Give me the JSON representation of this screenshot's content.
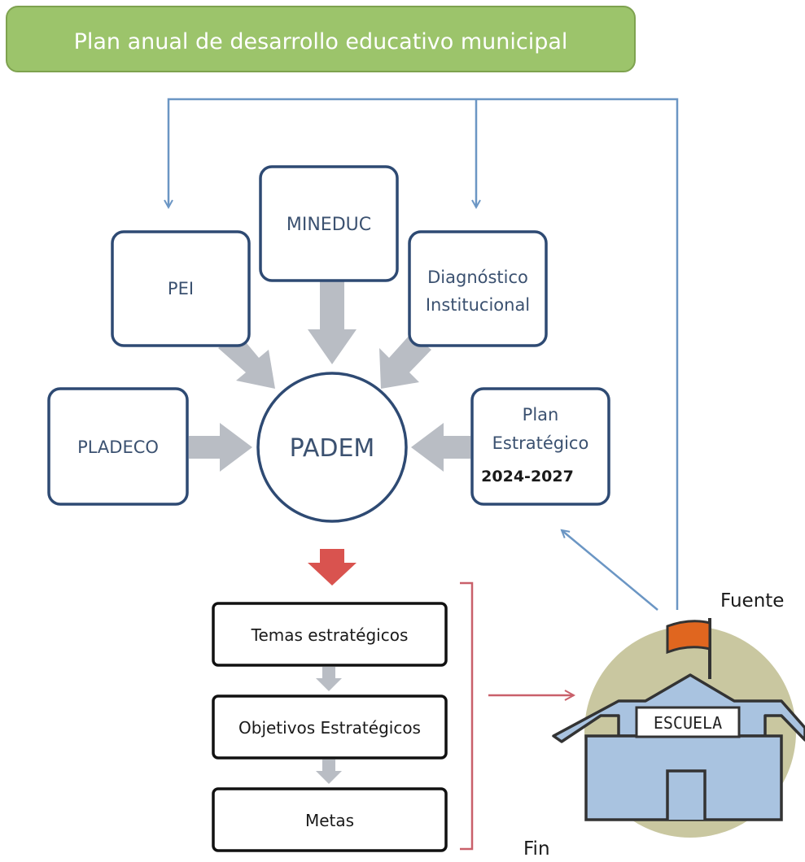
{
  "header": {
    "title": "Plan anual de desarrollo educativo municipal"
  },
  "nodes": {
    "mineduc": "MINEDUC",
    "pei": "PEI",
    "diagnostico_line1": "Diagnóstico",
    "diagnostico_line2": "Institucional",
    "pladeco": "PLADECO",
    "padem": "PADEM",
    "plan_line1": "Plan",
    "plan_line2": "Estratégico",
    "plan_years": "2024-2027"
  },
  "steps": {
    "temas": "Temas estratégicos",
    "objetivos": "Objetivos Estratégicos",
    "metas": "Metas"
  },
  "school": {
    "sign": "ESCUELA"
  },
  "labels": {
    "fuente": "Fuente",
    "fin": "Fin"
  },
  "colors": {
    "header_fill": "#9cc46b",
    "node_stroke": "#2e4a73",
    "connector": "#6b96c4",
    "block_arrow": "#b9bdc4",
    "down_arrow": "#d9534f",
    "bracket": "#c9606a",
    "school_circle": "#c9c7a0",
    "school_body": "#a9c3e0",
    "flag": "#e0661f"
  }
}
